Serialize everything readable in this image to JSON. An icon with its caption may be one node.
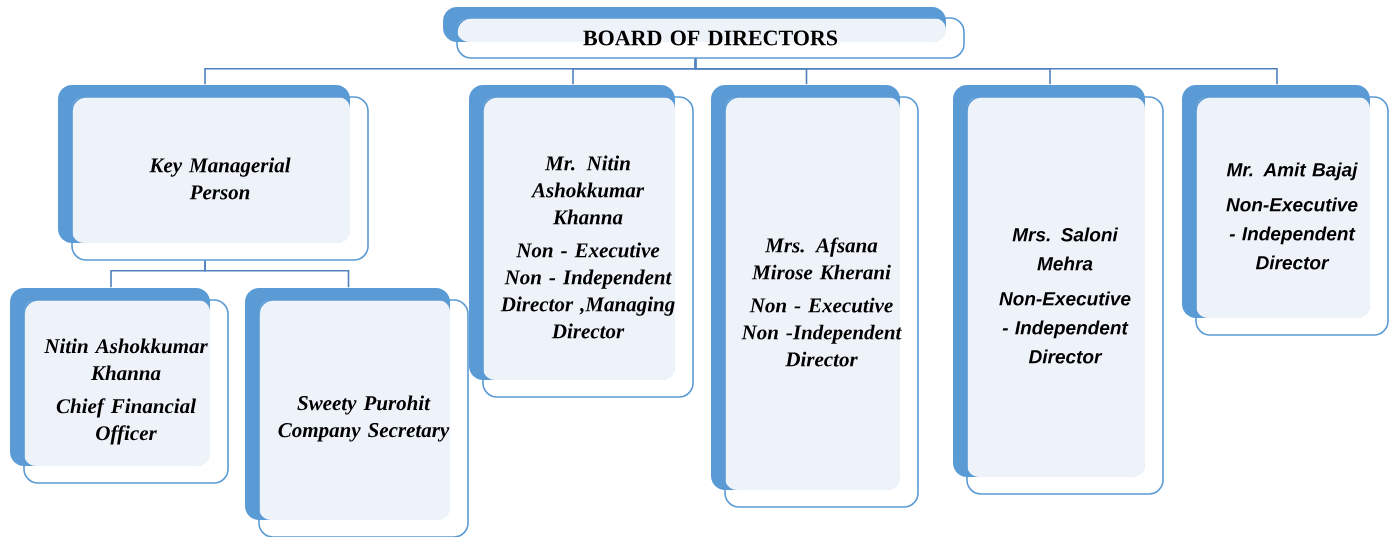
{
  "diagram": {
    "nodes": [
      {
        "text": [
          "BOARD OF DIRECTORS"
        ]
      },
      {
        "text": [
          "Key  Managerial Person"
        ]
      },
      {
        "text": [
          "Nitin Ashokkumar Khanna",
          "Chief Financial Officer"
        ]
      },
      {
        "text": [
          "Sweety Purohit Company Secretary"
        ]
      },
      {
        "text": [
          "Mr. Nitin Ashokkumar Khanna",
          "Non - Executive Non - Independent Director ,Managing Director"
        ]
      },
      {
        "text": [
          "Mrs. Afsana Mirose Kherani",
          "Non - Executive Non -Independent Director"
        ]
      },
      {
        "text": [
          "Mrs. Saloni Mehra",
          "Non-Executive - Independent Director"
        ]
      },
      {
        "text": [
          "Mr. Amit Bajaj",
          "Non-Executive - Independent Director"
        ]
      }
    ],
    "edges": [
      {
        "from": 0,
        "to": 1,
        "arrow": "none"
      },
      {
        "from": 0,
        "to": 4,
        "arrow": "none"
      },
      {
        "from": 0,
        "to": 5,
        "arrow": "none"
      },
      {
        "from": 0,
        "to": 6,
        "arrow": "none"
      },
      {
        "from": 0,
        "to": 7,
        "arrow": "none"
      },
      {
        "from": 1,
        "to": 2,
        "arrow": "none"
      },
      {
        "from": 1,
        "to": 3,
        "arrow": "none"
      }
    ]
  }
}
